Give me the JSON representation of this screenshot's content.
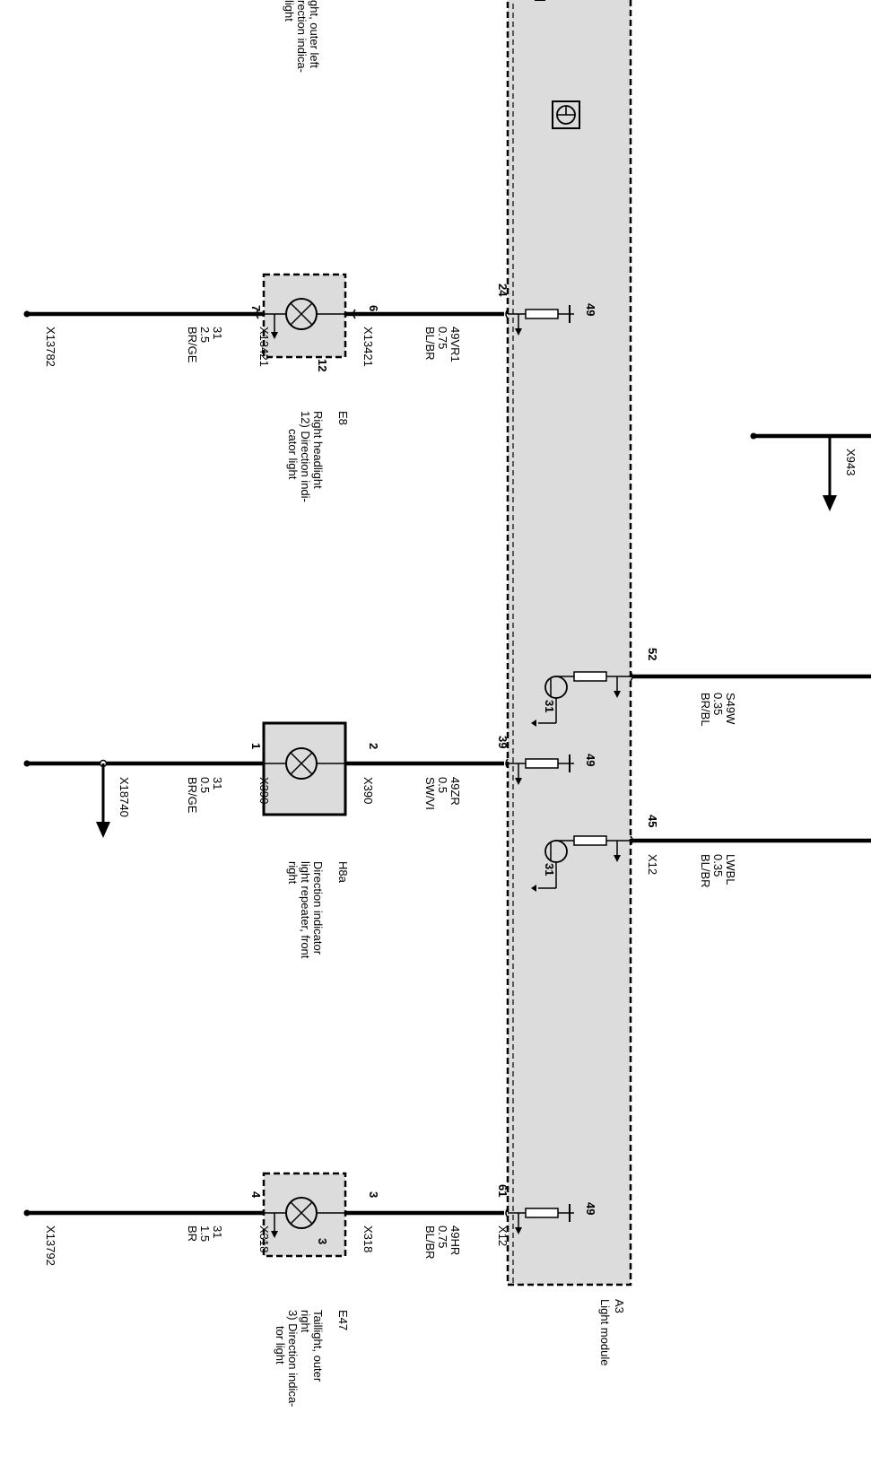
{
  "module": {
    "id": "A3",
    "name": "Light module",
    "pins": {
      "p24": "24",
      "p39": "39",
      "p61": "61",
      "p52": "52",
      "p45": "45"
    },
    "internal_label_49": "49",
    "ground_31": "31",
    "connector_x12": "X12"
  },
  "top_left_note": [
    "ght, outer left",
    "rection indica-",
    "light"
  ],
  "e8": {
    "id": "E8",
    "desc": [
      "Right headlight",
      "12) Direction indi-",
      "cator light"
    ],
    "inner_num": "12",
    "pin_left": "7",
    "pin_right": "6",
    "conn_left": "X13421",
    "conn_right": "X13421",
    "wire_right": [
      "49VR1",
      "0.75",
      "BL/BR"
    ],
    "wire_left": [
      "31",
      "2.5",
      "BR/GE"
    ],
    "ground": "X13782"
  },
  "h8a": {
    "id": "H8a",
    "desc": [
      "Direction indicator",
      "light repeater, front",
      "right"
    ],
    "pin_left": "1",
    "pin_right": "2",
    "conn_left": "X390",
    "conn_right": "X390",
    "wire_right": [
      "49ZR",
      "0.5",
      "SW/VI"
    ],
    "wire_left": [
      "31",
      "0.5",
      "BR/GE"
    ],
    "splice": "X18740"
  },
  "e47": {
    "id": "E47",
    "desc": [
      "Taillight, outer",
      "right",
      "3) Direction indica-",
      "tor light"
    ],
    "inner_num": "3",
    "pin_left": "4",
    "pin_right": "3",
    "conn_left": "X318",
    "conn_right": "X318",
    "wire_right": [
      "49HR",
      "0.75",
      "BL/BR"
    ],
    "wire_left": [
      "31",
      "1.5",
      "BR"
    ],
    "ground": "X13792"
  },
  "x943": "X943",
  "wire52": [
    "S49W",
    "0.35",
    "BR/BL"
  ],
  "wire45": [
    "LWBL",
    "0.35",
    "BL/BR"
  ]
}
